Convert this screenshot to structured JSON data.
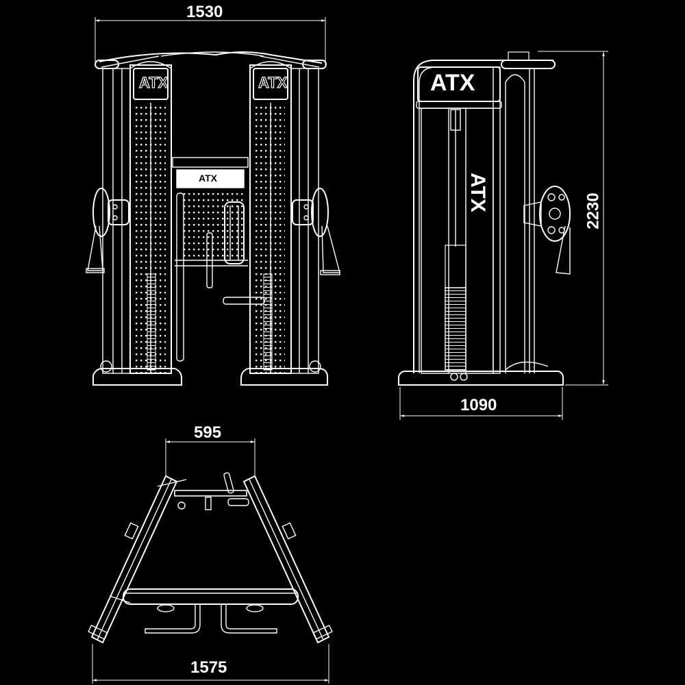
{
  "drawing": {
    "subject": "ATX functional trainer cable machine",
    "background": "#000000",
    "line_color": "#ffffff",
    "views": [
      {
        "id": "front",
        "label": "front-view"
      },
      {
        "id": "side",
        "label": "side-view"
      },
      {
        "id": "top",
        "label": "top-view"
      }
    ]
  },
  "dimensions": {
    "front_width": "1530",
    "side_height": "2230",
    "side_depth": "1090",
    "top_inner_width": "595",
    "top_outer_width": "1575"
  },
  "branding": {
    "logo_front_left": "ATX",
    "logo_front_right": "ATX",
    "logo_front_center": "ATX",
    "logo_side_top": "ATX",
    "logo_side_vertical": "ATX"
  }
}
